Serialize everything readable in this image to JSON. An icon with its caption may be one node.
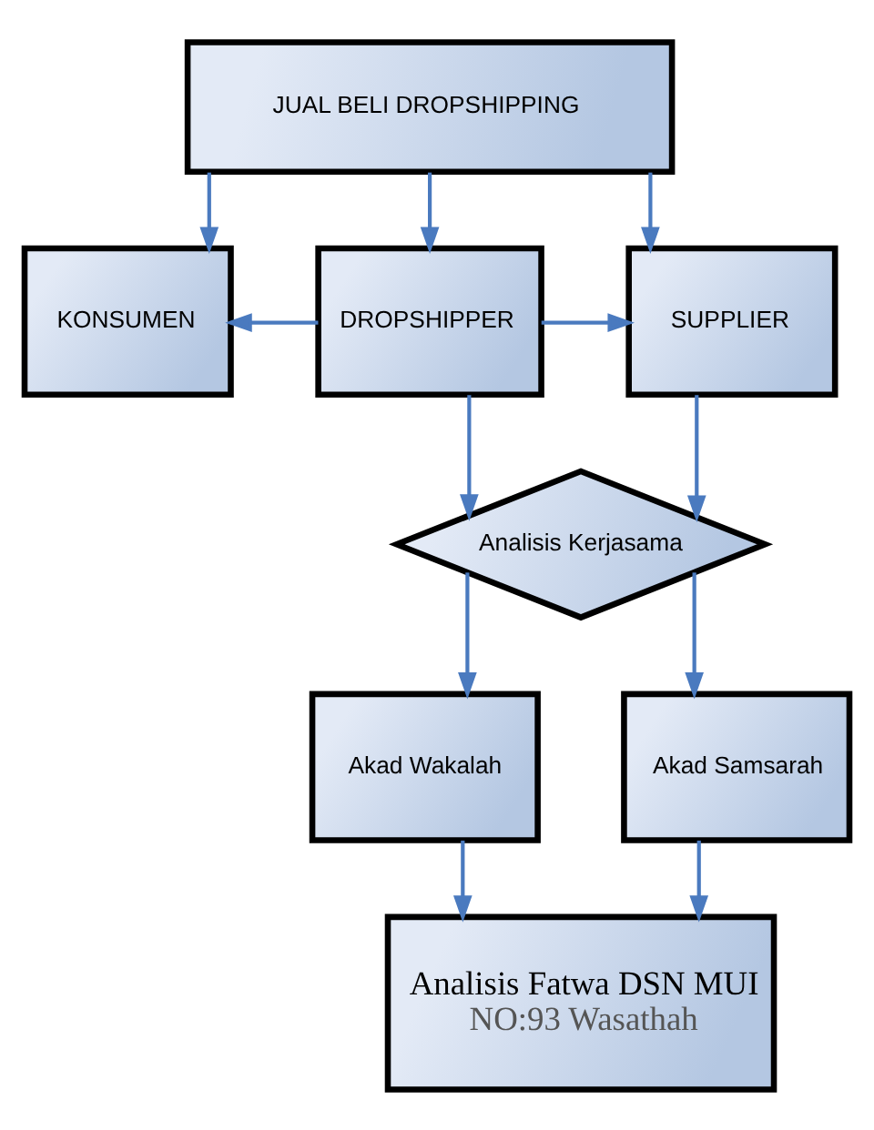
{
  "diagram": {
    "nodes": [
      {
        "text": [
          "JUAL BELI DROPSHIPPING"
        ]
      },
      {
        "text": [
          "KONSUMEN"
        ]
      },
      {
        "text": [
          "DROPSHIPPER"
        ]
      },
      {
        "text": [
          "SUPPLIER"
        ]
      },
      {
        "text": [
          "Analisis Kerjasama"
        ]
      },
      {
        "text": [
          "Akad Wakalah"
        ]
      },
      {
        "text": [
          "Akad Samsarah"
        ]
      },
      {
        "text": [
          "Analisis Fatwa DSN MUI",
          "NO:93 Wasathah"
        ]
      }
    ],
    "edges": [
      {
        "from": 0,
        "to": 1,
        "arrow": "to"
      },
      {
        "from": 0,
        "to": 2,
        "arrow": "to"
      },
      {
        "from": 0,
        "to": 3,
        "arrow": "to"
      },
      {
        "from": 2,
        "to": 1,
        "arrow": "to"
      },
      {
        "from": 2,
        "to": 3,
        "arrow": "to"
      },
      {
        "from": 2,
        "to": 4,
        "arrow": "to"
      },
      {
        "from": 3,
        "to": 4,
        "arrow": "to"
      },
      {
        "from": 4,
        "to": 5,
        "arrow": "to"
      },
      {
        "from": 4,
        "to": 6,
        "arrow": "to"
      },
      {
        "from": 5,
        "to": 7,
        "arrow": "to"
      },
      {
        "from": 6,
        "to": 7,
        "arrow": "to"
      }
    ]
  }
}
